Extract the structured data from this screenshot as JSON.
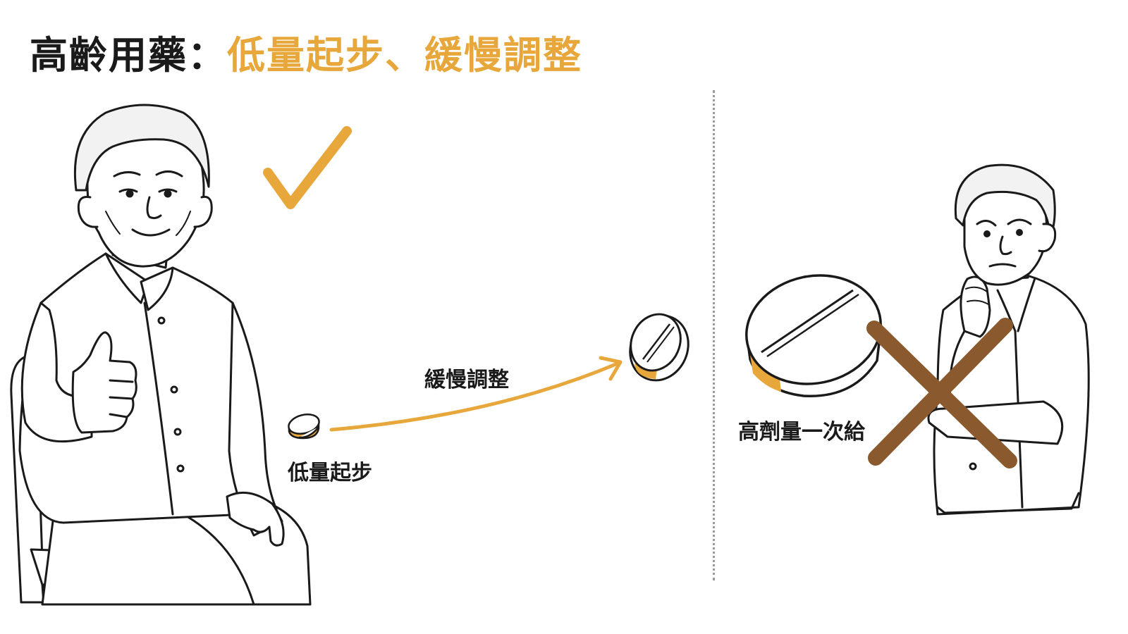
{
  "title": {
    "main": "高齡用藥：",
    "accent": "低量起步、緩慢調整"
  },
  "labels": {
    "low_start": "低量起步",
    "slow_adjust": "緩慢調整",
    "high_dose": "高劑量一次給"
  },
  "colors": {
    "accent": "#E7A73B",
    "cross": "#8A5A2E",
    "line": "#1a1a1a"
  },
  "icons": {
    "approve": "check-mark-icon",
    "reject": "cross-mark-icon",
    "progress": "arrow-icon"
  }
}
